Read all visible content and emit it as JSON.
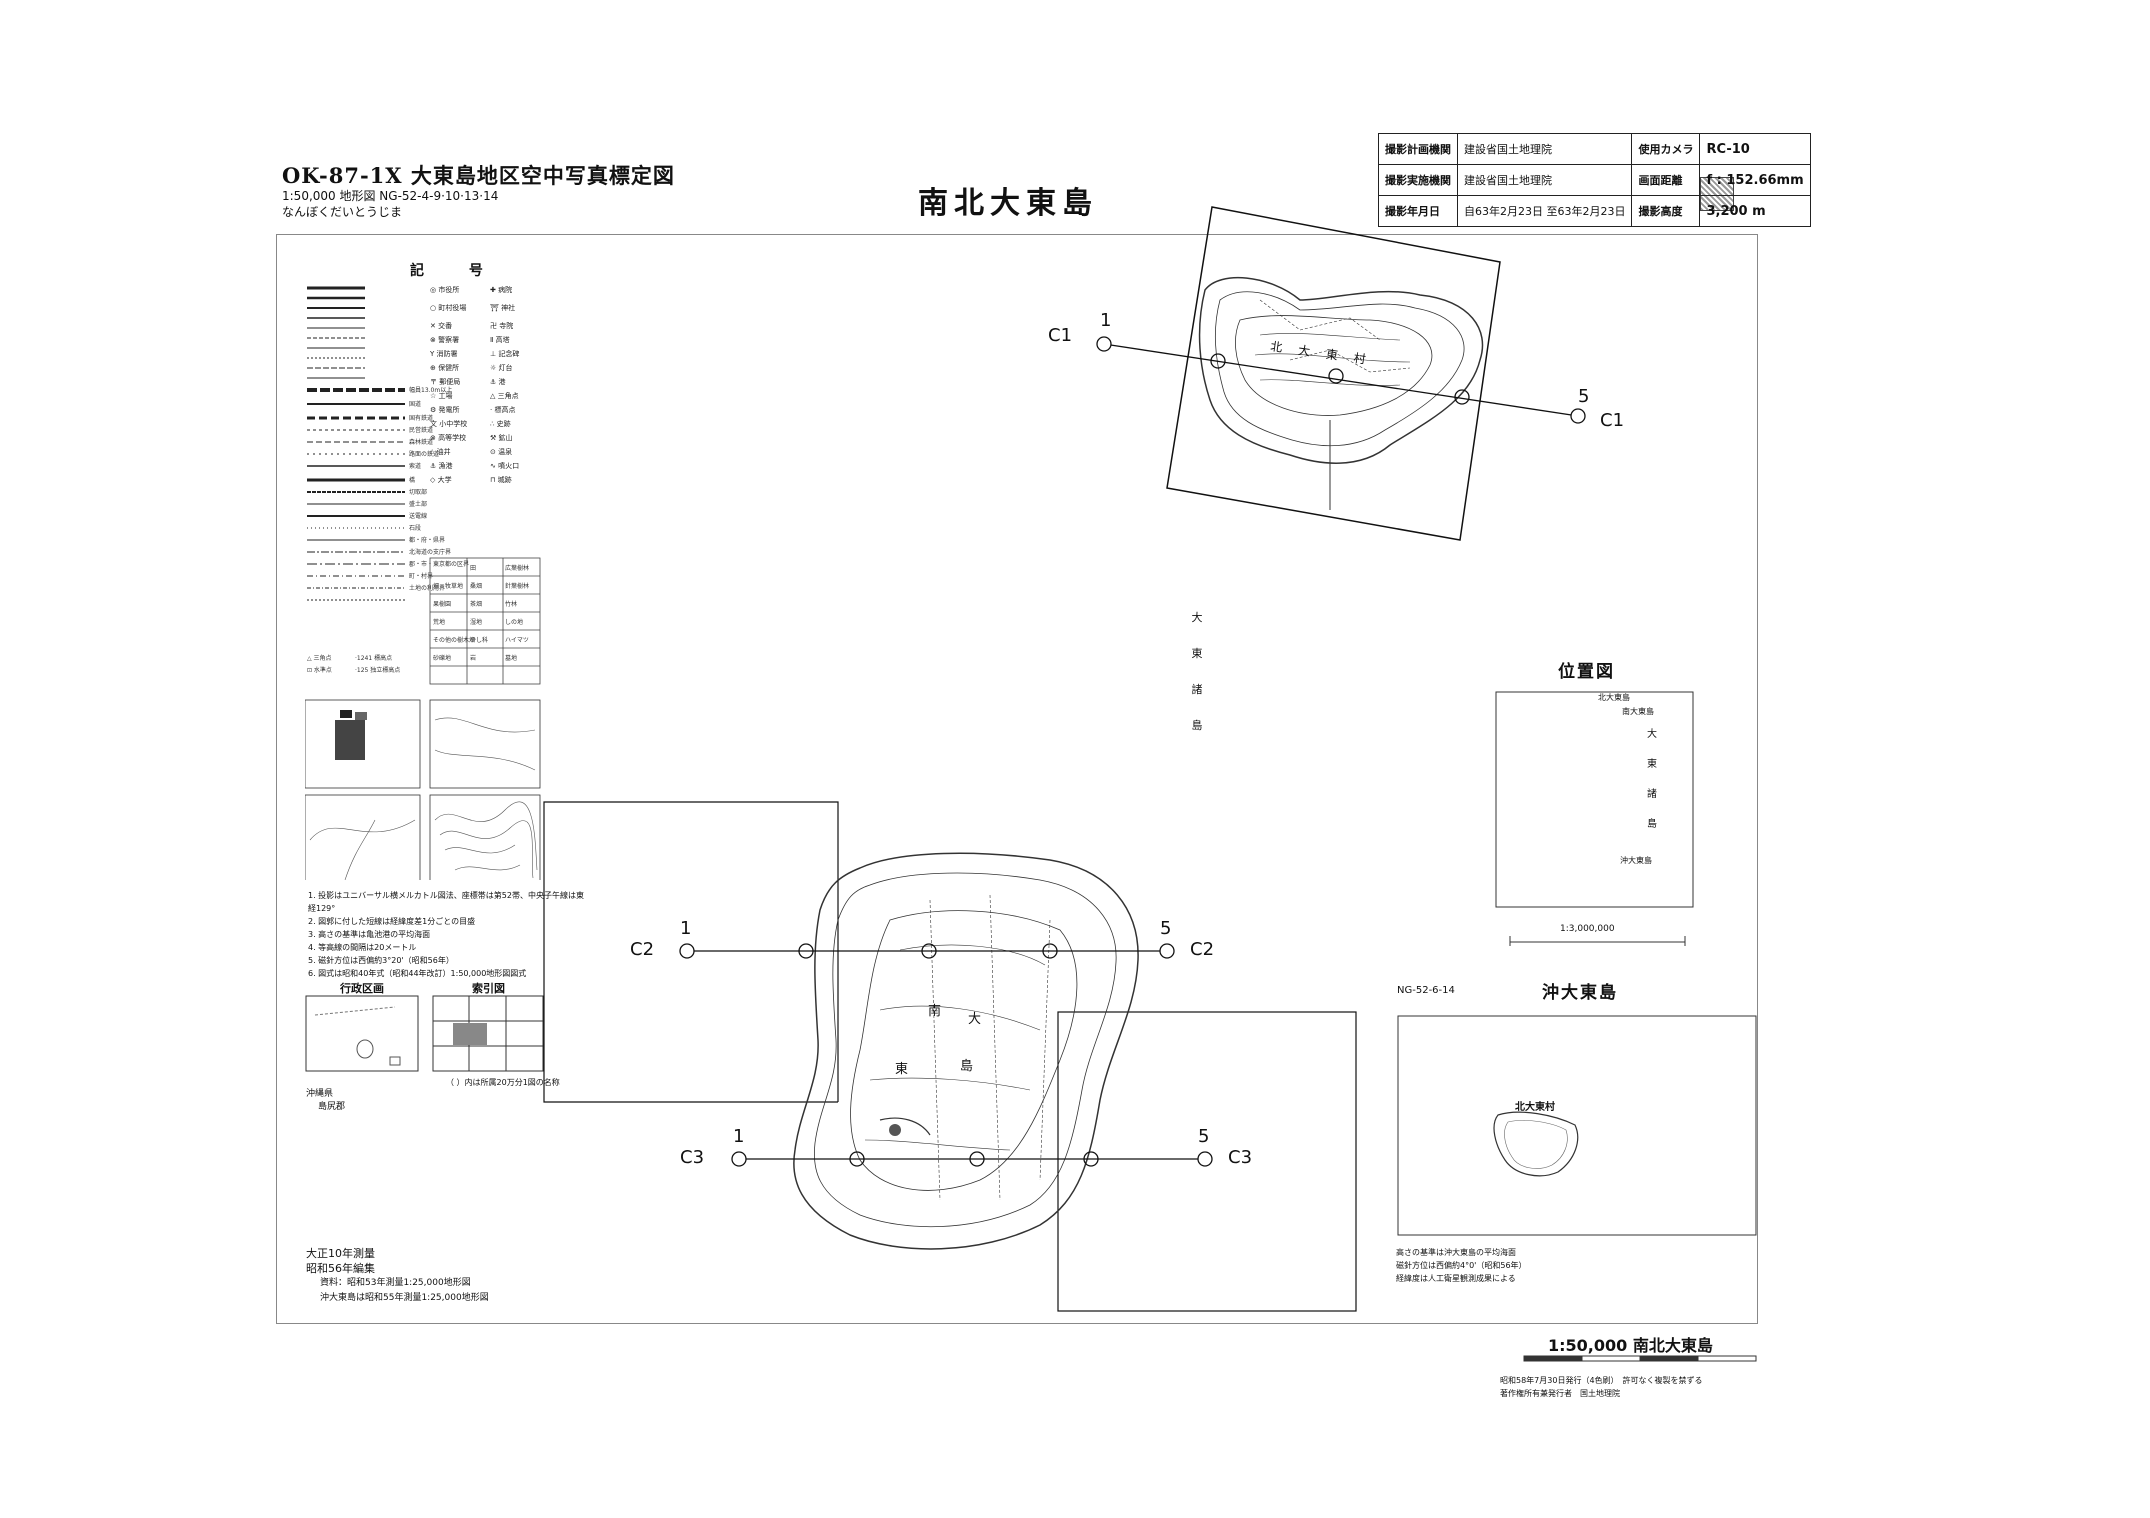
{
  "header": {
    "code_title": "OK-87-1X  大東島地区空中写真標定図",
    "scale_line": "1:50,000 地形図   NG-52-4-9·10·13·14",
    "kana": "なんぼくだいとうじま",
    "main_title": "南北大東島"
  },
  "info_table": {
    "row1": [
      "撮影計画機関",
      "建設省国土地理院",
      "使用カメラ",
      "RC-10"
    ],
    "row2": [
      "撮影実施機関",
      "建設省国土地理院",
      "画面距離",
      "f : 152.66mm"
    ],
    "row3": [
      "撮影年月日",
      "自63年2月23日 至63年2月23日",
      "撮影高度",
      "3,200 m"
    ]
  },
  "legend": {
    "title": "記 号",
    "notes": [
      "1. 投影はユニバーサル横メルカトル図法、座標帯は第52帯、中央子午線は東経129°",
      "2. 図郭に付した短線は経緯度差1分ごとの目盛",
      "3. 高さの基準は亀池港の平均海面",
      "4. 等高線の間隔は20メートル",
      "5. 磁針方位は西偏約3°20'（昭和56年）",
      "6. 図式は昭和40年式（昭和44年改訂）1:50,000地形図図式"
    ],
    "admin_label": "行政区画",
    "index_label": "索引図",
    "admin_pref": "沖縄県",
    "admin_district": "島尻郡",
    "index_note": "（ ）内は所属20万分1図の名称"
  },
  "survey": {
    "line1": "大正10年測量",
    "line2": "昭和56年編集",
    "line3": "資料：昭和53年測量1:25,000地形図",
    "line4": "沖大東島は昭和55年測量1:25,000地形図"
  },
  "strips": [
    {
      "name": "C1",
      "start": "1",
      "end": "5"
    },
    {
      "name": "C2",
      "start": "1",
      "end": "5"
    },
    {
      "name": "C3",
      "start": "1",
      "end": "5"
    }
  ],
  "map_labels": {
    "islands_vertical": [
      "大",
      "東",
      "諸",
      "島"
    ],
    "north_village": [
      "北",
      "大",
      "東",
      "村"
    ],
    "south_island": [
      "南",
      "大",
      "東",
      "島"
    ]
  },
  "location_map": {
    "title": "位置図",
    "label_north": "北大東島",
    "label_south": "南大東島",
    "label_oki": "沖大東島",
    "vertical": [
      "大",
      "東",
      "諸",
      "島"
    ],
    "scale": "1:3,000,000"
  },
  "oki_inset": {
    "code": "NG-52-6-14",
    "title": "沖大東島",
    "village": "北大東村",
    "notes": [
      "高さの基準は沖大東島の平均海面",
      "磁針方位は西偏約4°0'（昭和56年）",
      "経緯度は人工衛星観測成果による"
    ]
  },
  "footer": {
    "scale_title": "1:50,000  南北大東島",
    "published": "昭和58年7月30日発行（4色刷）　許可なく複製を禁ずる",
    "publisher": "著作権所有兼発行者　国土地理院"
  }
}
